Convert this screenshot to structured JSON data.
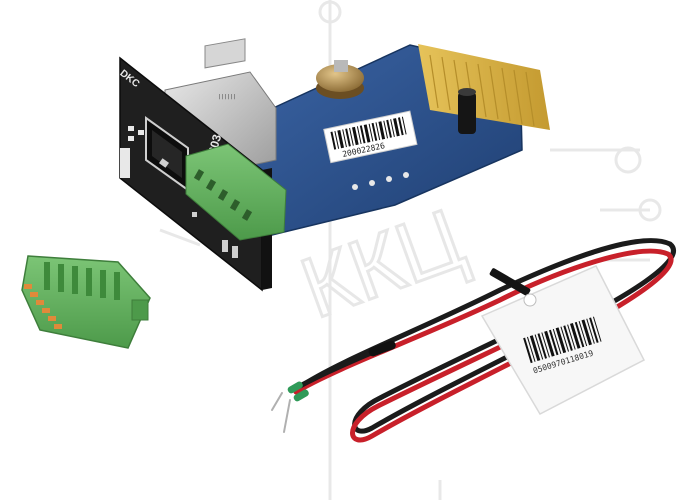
{
  "product_photo": {
    "bracket_brand": "DKC",
    "bracket_model": "DU 803",
    "pcb_barcode_text": "200022826",
    "tag_barcode_text": "0500970118019",
    "watermark_text": "ККЦ"
  },
  "colors": {
    "background": "#ffffff",
    "pcb": "#2c4f86",
    "gold_contacts": "#d9b44a",
    "bracket": "#1f1f1f",
    "terminal_block": "#5fae5a",
    "wire_red": "#c8202a",
    "wire_black": "#1b1b1b"
  }
}
